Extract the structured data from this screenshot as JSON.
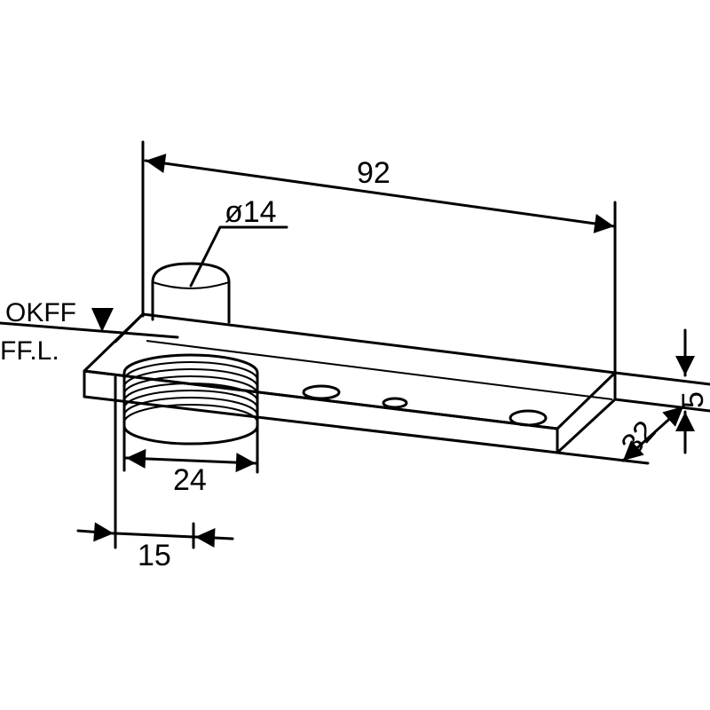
{
  "drawing": {
    "dimensions": {
      "length": "92",
      "pin_diameter": "ø14",
      "thread_diameter": "24",
      "offset": "15",
      "width": "32",
      "thickness": "5"
    },
    "labels": {
      "okff": "OKFF",
      "ffl": "FF.L."
    }
  }
}
